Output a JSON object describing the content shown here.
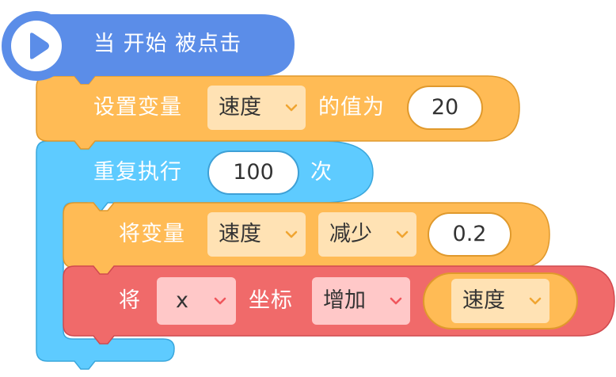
{
  "event_block": {
    "text": "当 开始 被点击",
    "icon": "play-icon",
    "color": "#5b8de8"
  },
  "set_block": {
    "label": "设置变量",
    "variable": "速度",
    "middle": "的值为",
    "value": "20",
    "color": "#ffbb55"
  },
  "repeat_block": {
    "label": "重复执行",
    "count": "100",
    "suffix": "次",
    "color": "#5ecbff"
  },
  "change_var_block": {
    "label": "将变量",
    "variable": "速度",
    "operation": "减少",
    "value": "0.2",
    "color": "#ffbb55"
  },
  "move_block": {
    "label": "将",
    "axis": "x",
    "middle": "坐标",
    "operation": "增加",
    "reporter_value": "速度",
    "color": "#f06a6a",
    "reporter_color": "#ffbb55"
  }
}
